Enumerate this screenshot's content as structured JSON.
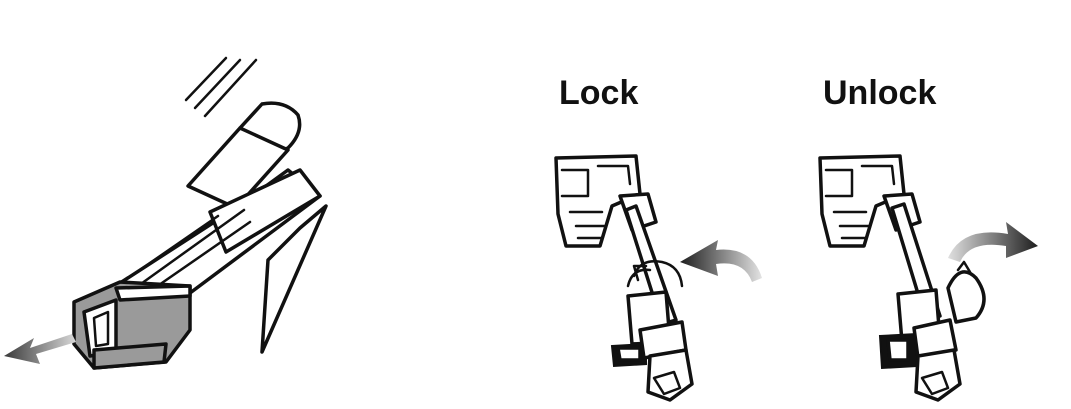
{
  "labels": {
    "lock": "Lock",
    "unlock": "Unlock"
  },
  "colors": {
    "line": "#111111",
    "housing_gray": "#9a9a9a",
    "arrow_gradient_light": "#d9d9d9",
    "arrow_gradient_dark": "#2a2a2a",
    "background": "#ffffff"
  },
  "icons": {
    "left": "cable-release-lever-illustration",
    "lock": "lock-connector-illustration",
    "unlock": "unlock-connector-illustration"
  }
}
